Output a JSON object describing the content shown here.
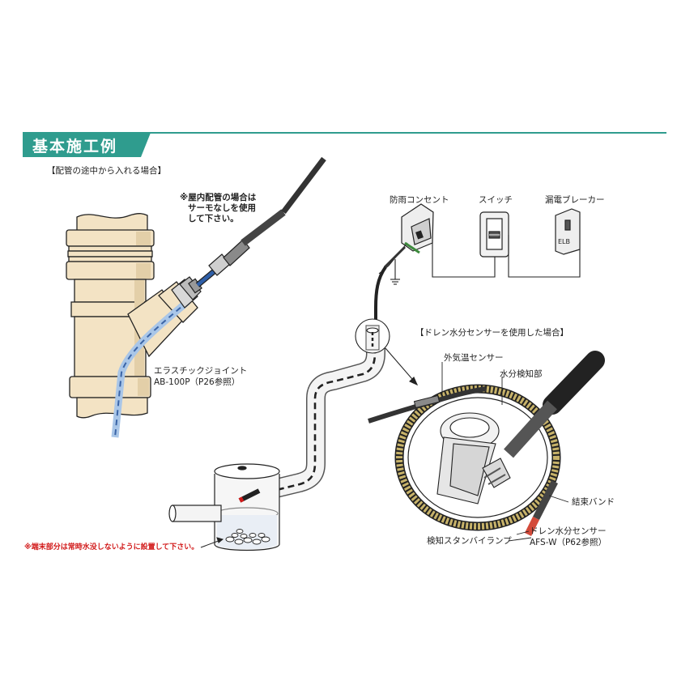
{
  "header": {
    "title": "基本施工例",
    "accent_color": "#2f9c8e"
  },
  "sections": {
    "mid_pipe": "【配管の途中から入れる場合】",
    "drain_sensor": "【ドレン水分センサーを使用した場合】"
  },
  "notes": {
    "indoor_line1": "※屋内配管の場合は",
    "indoor_line2": "サーモなしを使用",
    "indoor_line3": "して下さい。",
    "tip_warning": "※端末部分は常時水没しないように設置して下さい。"
  },
  "labels": {
    "joint_name": "エラスチックジョイント",
    "joint_model": "AB-100P（P26参照）",
    "outlet": "防雨コンセント",
    "switch": "スイッチ",
    "breaker": "漏電ブレーカー",
    "elb": "ELB",
    "outdoor_sensor": "外気温センサー",
    "moisture_part": "水分検知部",
    "band": "結束バンド",
    "standby_lamp": "検知スタンバイランプ",
    "drain_sensor_name": "ドレン水分センサー",
    "drain_sensor_model": "AFS-W（P62参照）"
  },
  "colors": {
    "pipe": "#f3e3c4",
    "cable": "#333333",
    "blue_cable": "#2f5fa8",
    "rope": "#c8b36a"
  }
}
